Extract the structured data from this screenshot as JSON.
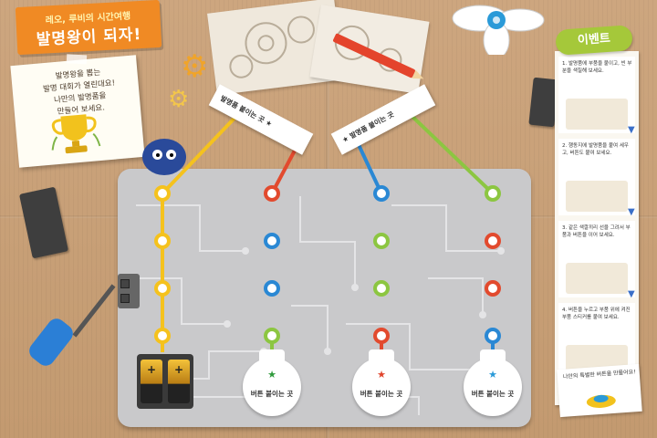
{
  "title": {
    "subtitle": "레오, 루비의 시간여행",
    "main": "발명왕이 되자!"
  },
  "note": {
    "text": "발명왕을 뽑는\n발명 대회가 열린대요!\n나만의 발명품을\n만들어 보세요."
  },
  "tags": {
    "left": "발명품 붙이는 곳 ★",
    "right": "★ 발명품 붙이는 곳"
  },
  "bulbs": [
    {
      "label": "버튼 붙이는 곳",
      "star_color": "#2f9a3c"
    },
    {
      "label": "버튼 붙이는 곳",
      "star_color": "#e0442c"
    },
    {
      "label": "버튼 붙이는 곳",
      "star_color": "#2a9ad8"
    }
  ],
  "event": {
    "title": "이벤트",
    "steps": [
      "1. 발명품에 부품을 붙이고, 빈 부분을 색칠해 보세요.",
      "2. 행동지에 발명품을 붙여 세우고, 버튼도 붙여 보세요.",
      "3. 같은 색깔끼리 선을 그려서 부품과 버튼을 이어 보세요.",
      "4. 버튼을 누르고 부품 위에 켜진 부품 스티커를 붙여 보세요."
    ],
    "final": "나만의 특별한 버튼을 만들어요!"
  },
  "colors": {
    "yellow": "#f5c21d",
    "red": "#e24a2e",
    "blue": "#2a88d4",
    "green": "#8cc641",
    "accent_orange": "#f08a24",
    "event_green": "#a5c83a"
  }
}
